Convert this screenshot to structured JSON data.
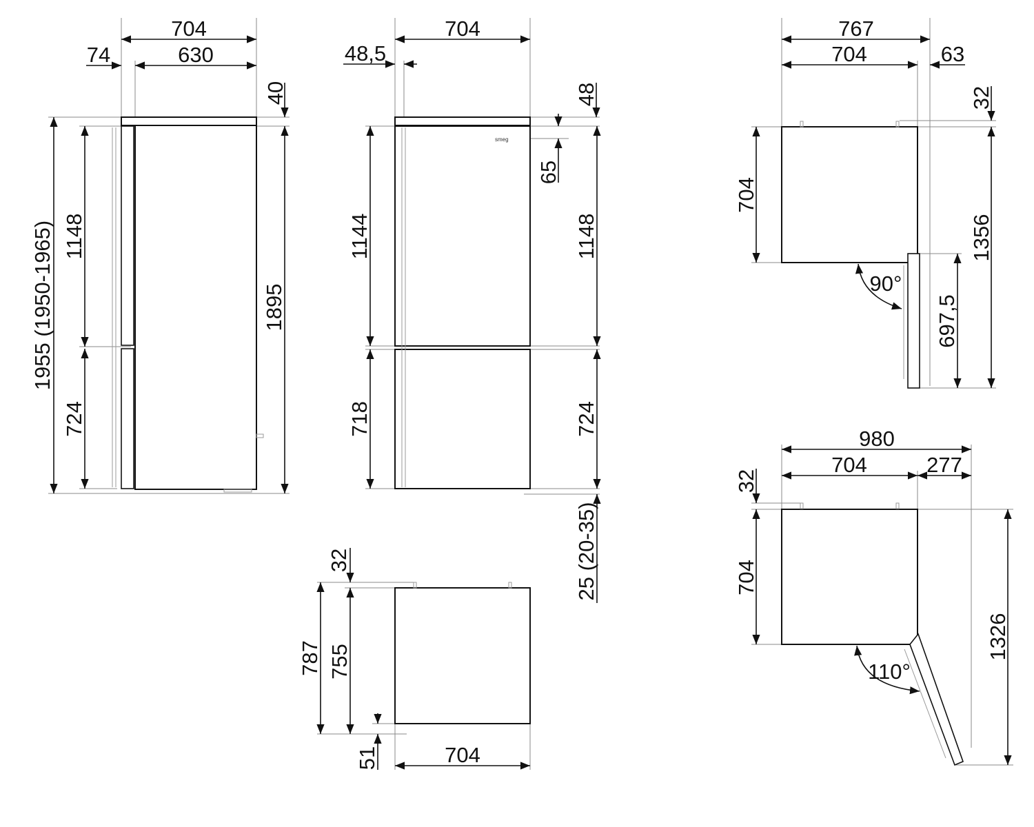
{
  "drawing": {
    "type": "appliance dimension drawing (fridge-freezer)",
    "units": "mm",
    "side_view": {
      "overall_depth": "704",
      "cabinet_depth": "630",
      "door_depth": "74",
      "top_offset": "40",
      "total_height": "1955 (1950-1965)",
      "cabinet_height": "1895",
      "upper_door_height": "1148",
      "lower_door_height": "724"
    },
    "front_view": {
      "width": "704",
      "hinge_offset": "48,5",
      "top_offset": "48",
      "logo_offset": "65",
      "logo_text": "smeg",
      "upper_door_height_left": "1144",
      "lower_door_height_left": "718",
      "upper_door_height_right": "1148",
      "lower_door_height_right": "724",
      "feet_height": "25 (20-35)"
    },
    "top_view_closed": {
      "height_total": "787",
      "depth_body": "755",
      "top_protrusion": "32",
      "hinge_protrusion": "51",
      "width": "704"
    },
    "top_view_door_90": {
      "total_width": "767",
      "body_width": "704",
      "side_clearance": "63",
      "top_protrusion": "32",
      "depth": "704",
      "total_depth": "1356",
      "door_length": "697,5",
      "angle": "90°"
    },
    "top_view_door_110": {
      "total_width": "980",
      "body_width": "704",
      "door_overhang": "277",
      "top_protrusion": "32",
      "depth": "704",
      "total_depth": "1326",
      "angle": "110°"
    }
  }
}
